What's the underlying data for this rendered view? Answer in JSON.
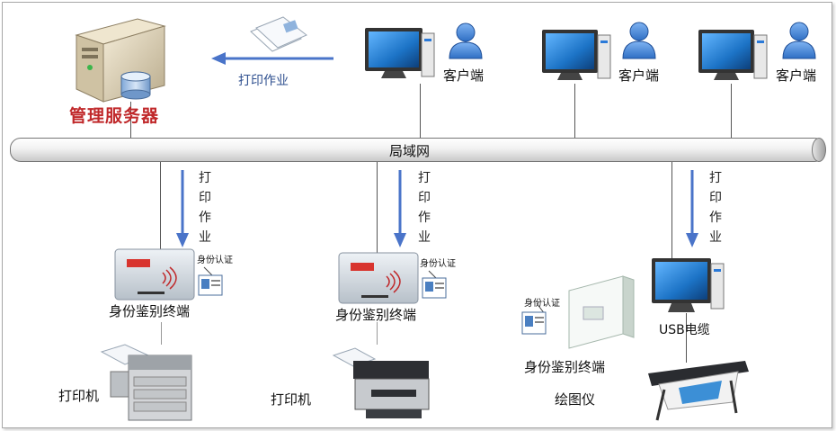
{
  "network": {
    "label": "局域网"
  },
  "server": {
    "label": "管理服务器"
  },
  "print_job": {
    "label": "打印作业",
    "vertical_label": "打印作业"
  },
  "clients": [
    {
      "label": "客户端"
    },
    {
      "label": "客户端"
    },
    {
      "label": "客户端"
    }
  ],
  "terminals": [
    {
      "label": "身份鉴别终端",
      "badge": "身份认证"
    },
    {
      "label": "身份鉴别终端",
      "badge": "身份认证"
    },
    {
      "label": "身份鉴别终端",
      "badge": "身份认证"
    }
  ],
  "devices": {
    "printer1": "打印机",
    "printer2": "打印机",
    "plotter": "绘图仪",
    "usb": "USB电缆"
  },
  "colors": {
    "arrow": "#4a74c9",
    "server_label": "#c0282a",
    "job_label": "#2e4f8f",
    "screen": "#1c73c6",
    "person": "#3d7fd4"
  }
}
